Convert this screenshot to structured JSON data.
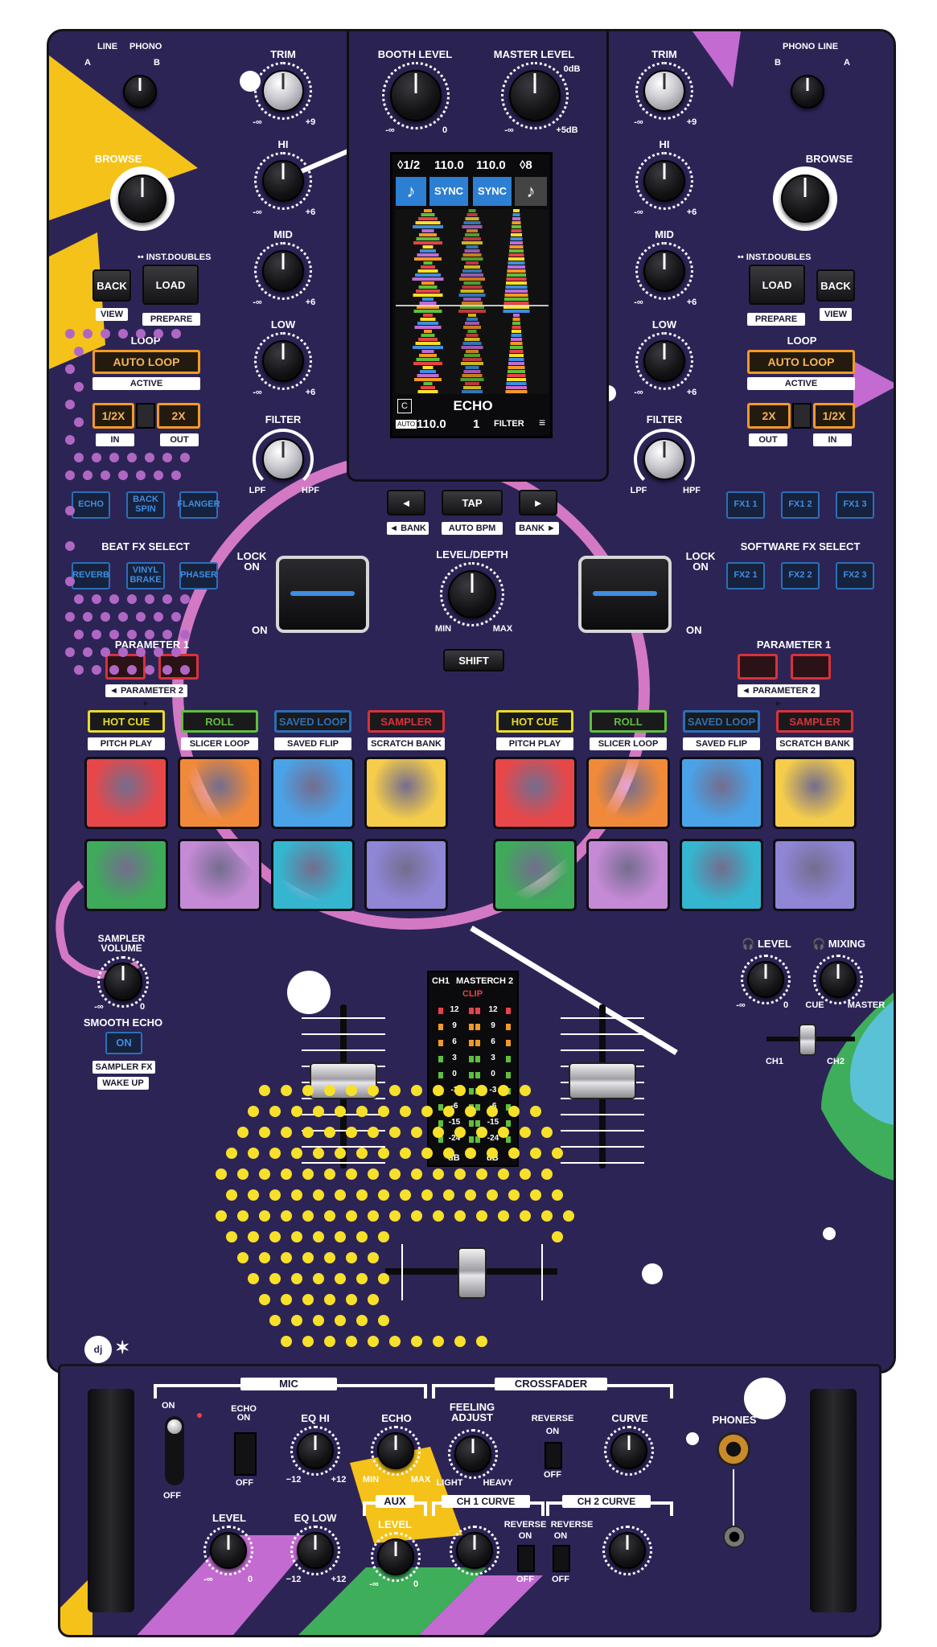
{
  "colors": {
    "panel": "#2d2456",
    "accent_orange": "#f39a23",
    "accent_blue": "#2c6fb8",
    "accent_red": "#d8323a",
    "accent_yellow": "#f7e02a",
    "accent_pink": "#d379c4",
    "accent_green": "#3fae5b"
  },
  "deck_left": {
    "input_select": {
      "label_line": "LINE",
      "label_phono": "PHONO",
      "label_a": "A",
      "label_b": "B"
    },
    "trim": {
      "label": "TRIM",
      "min": "-∞",
      "max": "+9"
    },
    "eq_hi": {
      "label": "HI",
      "min": "-∞",
      "max": "+6"
    },
    "eq_mid": {
      "label": "MID",
      "min": "-∞",
      "max": "+6"
    },
    "eq_low": {
      "label": "LOW",
      "min": "-∞",
      "max": "+6"
    },
    "filter": {
      "label": "FILTER",
      "lpf": "LPF",
      "hpf": "HPF"
    },
    "browse": {
      "label": "BROWSE"
    },
    "inst_doubles": "•• INST.DOUBLES",
    "back": {
      "label": "BACK",
      "sub": "VIEW"
    },
    "load": {
      "label": "LOAD",
      "sub": "PREPARE"
    },
    "loop": {
      "title": "LOOP",
      "auto": "AUTO LOOP",
      "active": "ACTIVE",
      "half": "1/2X",
      "double": "2X",
      "in": "IN",
      "out": "OUT"
    },
    "fx_row1": [
      "ECHO",
      "BACK SPIN",
      "FLANGER"
    ],
    "fx_title": "BEAT FX SELECT",
    "fx_row2": [
      "REVERB",
      "VINYL BRAKE",
      "PHASER"
    ],
    "lock_on": "LOCK ON",
    "on": "ON",
    "parameter1": "PARAMETER 1",
    "parameter2": "◄ PARAMETER 2 ►",
    "modes": [
      {
        "label": "HOT CUE",
        "sub": "PITCH PLAY",
        "color": "#e9dc2a"
      },
      {
        "label": "ROLL",
        "sub": "SLICER LOOP",
        "color": "#5fbf3d"
      },
      {
        "label": "SAVED LOOP",
        "sub": "SAVED FLIP",
        "color": "#2c6fb8"
      },
      {
        "label": "SAMPLER",
        "sub": "SCRATCH BANK",
        "color": "#d8323a"
      }
    ]
  },
  "deck_right": {
    "input_select": {
      "label_line": "LINE",
      "label_phono": "PHONO",
      "label_a": "A",
      "label_b": "B"
    },
    "trim": {
      "label": "TRIM",
      "min": "-∞",
      "max": "+9"
    },
    "eq_hi": {
      "label": "HI",
      "min": "-∞",
      "max": "+6"
    },
    "eq_mid": {
      "label": "MID",
      "min": "-∞",
      "max": "+6"
    },
    "eq_low": {
      "label": "LOW",
      "min": "-∞",
      "max": "+6"
    },
    "filter": {
      "label": "FILTER",
      "lpf": "LPF",
      "hpf": "HPF"
    },
    "browse": {
      "label": "BROWSE"
    },
    "inst_doubles": "•• INST.DOUBLES",
    "back": {
      "label": "BACK",
      "sub": "VIEW"
    },
    "load": {
      "label": "LOAD",
      "sub": "PREPARE"
    },
    "loop": {
      "title": "LOOP",
      "auto": "AUTO LOOP",
      "active": "ACTIVE",
      "half": "1/2X",
      "double": "2X",
      "in": "IN",
      "out": "OUT"
    },
    "fx_row1": [
      "FX1 1",
      "FX1 2",
      "FX1 3"
    ],
    "fx_title": "SOFTWARE FX SELECT",
    "fx_row2": [
      "FX2 1",
      "FX2 2",
      "FX2 3"
    ],
    "lock_on": "LOCK ON",
    "on": "ON",
    "parameter1": "PARAMETER 1",
    "parameter2": "◄ PARAMETER 2 ►",
    "modes": [
      {
        "label": "HOT CUE",
        "sub": "PITCH PLAY",
        "color": "#e9dc2a"
      },
      {
        "label": "ROLL",
        "sub": "SLICER LOOP",
        "color": "#5fbf3d"
      },
      {
        "label": "SAVED LOOP",
        "sub": "SAVED FLIP",
        "color": "#2c6fb8"
      },
      {
        "label": "SAMPLER",
        "sub": "SCRATCH BANK",
        "color": "#d8323a"
      }
    ]
  },
  "pads_colors": [
    "#e8474a",
    "#f08a3a",
    "#4aa3e8",
    "#f6cd4a",
    "#3faa5a",
    "#c58ad6",
    "#35b5cf",
    "#8f86d6"
  ],
  "center": {
    "booth_level": {
      "label": "BOOTH LEVEL",
      "min": "-∞",
      "max": "0"
    },
    "master_level": {
      "label": "MASTER LEVEL",
      "min": "-∞",
      "max": "+5dB",
      "zero": "0dB"
    },
    "screen": {
      "left_beat": "◊1/2",
      "left_bpm": "110.0",
      "right_bpm": "110.0",
      "right_beat": "◊8",
      "sync": "SYNC",
      "fx_name": "ECHO",
      "auto": "AUTO",
      "bpm": "110.0",
      "beats": "1",
      "filter": "FILTER",
      "c": "C"
    },
    "tap": {
      "left": "◄",
      "center": "TAP",
      "right": "►",
      "left_sub": "◄ BANK",
      "center_sub": "AUTO BPM",
      "right_sub": "BANK ►"
    },
    "level_depth": {
      "label": "LEVEL/DEPTH",
      "min": "MIN",
      "max": "MAX"
    },
    "shift": "SHIFT",
    "vu": {
      "ch1": "CH1",
      "master": "MASTER",
      "ch2": "CH 2",
      "clip": "CLIP",
      "scale": [
        "12",
        "9",
        "6",
        "3",
        "0",
        "-3",
        "-6",
        "-15",
        "-24"
      ],
      "db": "dB"
    }
  },
  "sampler": {
    "label": "SAMPLER VOLUME",
    "min": "-∞",
    "max": "0",
    "smooth_echo": "SMOOTH ECHO",
    "on": "ON",
    "sampler_fx": "SAMPLER FX",
    "wake_up": "WAKE UP"
  },
  "headphone": {
    "level": "LEVEL",
    "mixing": "MIXING",
    "min": "-∞",
    "max": "0",
    "cue": "CUE",
    "master": "MASTER",
    "ch1": "CH1",
    "ch2": "CH2"
  },
  "front": {
    "mic_title": "MIC",
    "crossfader_title": "CROSSFADER",
    "on": "ON",
    "off": "OFF",
    "echo_on": "ECHO ON",
    "eq_hi": "EQ HI",
    "eq_low": "EQ LOW",
    "eq_min": "−12",
    "eq_max": "+12",
    "echo": "ECHO",
    "min": "MIN",
    "max": "MAX",
    "level": "LEVEL",
    "level_min": "-∞",
    "level_max": "0",
    "aux": "AUX",
    "feeling": "FEELING ADJUST",
    "light": "LIGHT",
    "heavy": "HEAVY",
    "reverse": "REVERSE",
    "curve": "CURVE",
    "ch1_curve": "CH 1 CURVE",
    "ch2_curve": "CH 2 CURVE",
    "phones": "PHONES"
  }
}
